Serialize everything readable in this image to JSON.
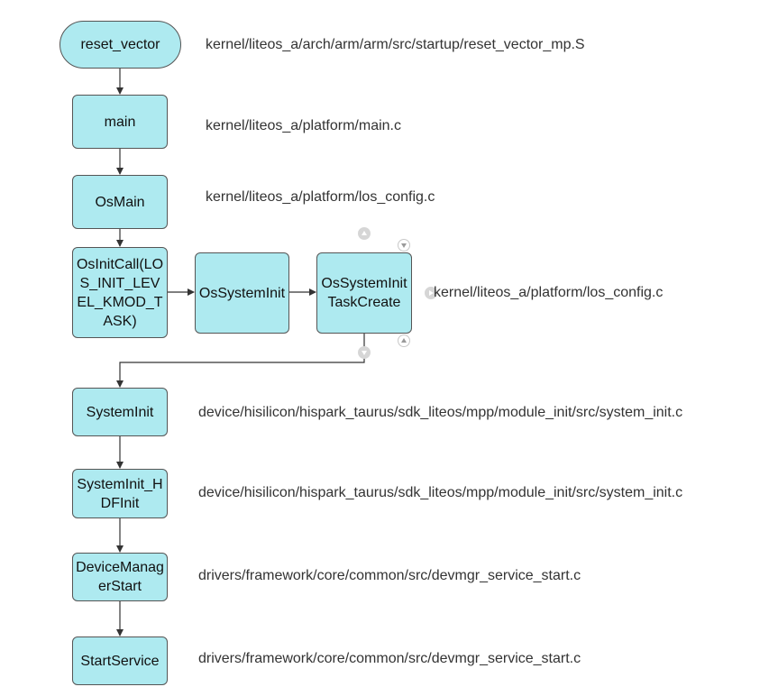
{
  "nodes": {
    "reset_vector": "reset_vector",
    "main": "main",
    "osmain": "OsMain",
    "osinitcall": "OsInitCall(LOS_INIT_LEVEL_KMOD_TASK)",
    "ossysteminit": "OsSystemInit",
    "ossysteminittaskcreate": "OsSystemInitTaskCreate",
    "systeminit": "SystemInit",
    "systeminit_hdfinit": "SystemInit_HDFInit",
    "devicemanagerstart": "DeviceManagerStart",
    "startservice": "StartService"
  },
  "paths": {
    "reset_vector": "kernel/liteos_a/arch/arm/arm/src/startup/reset_vector_mp.S",
    "main": "kernel/liteos_a/platform/main.c",
    "osmain": "kernel/liteos_a/platform/los_config.c",
    "ossysteminittaskcreate": "kernel/liteos_a/platform/los_config.c",
    "systeminit": "device/hisilicon/hispark_taurus/sdk_liteos/mpp/module_init/src/system_init.c",
    "systeminit_hdfinit": "device/hisilicon/hispark_taurus/sdk_liteos/mpp/module_init/src/system_init.c",
    "devicemanagerstart": "drivers/framework/core/common/src/devmgr_service_start.c",
    "startservice": "drivers/framework/core/common/src/devmgr_service_start.c"
  },
  "colors": {
    "node_fill": "#aeeaf0",
    "node_border": "#555555",
    "connector": "#333333",
    "path_text": "#333333"
  },
  "icons": [
    "handle-up-icon",
    "handle-down-icon",
    "handle-right-icon"
  ]
}
